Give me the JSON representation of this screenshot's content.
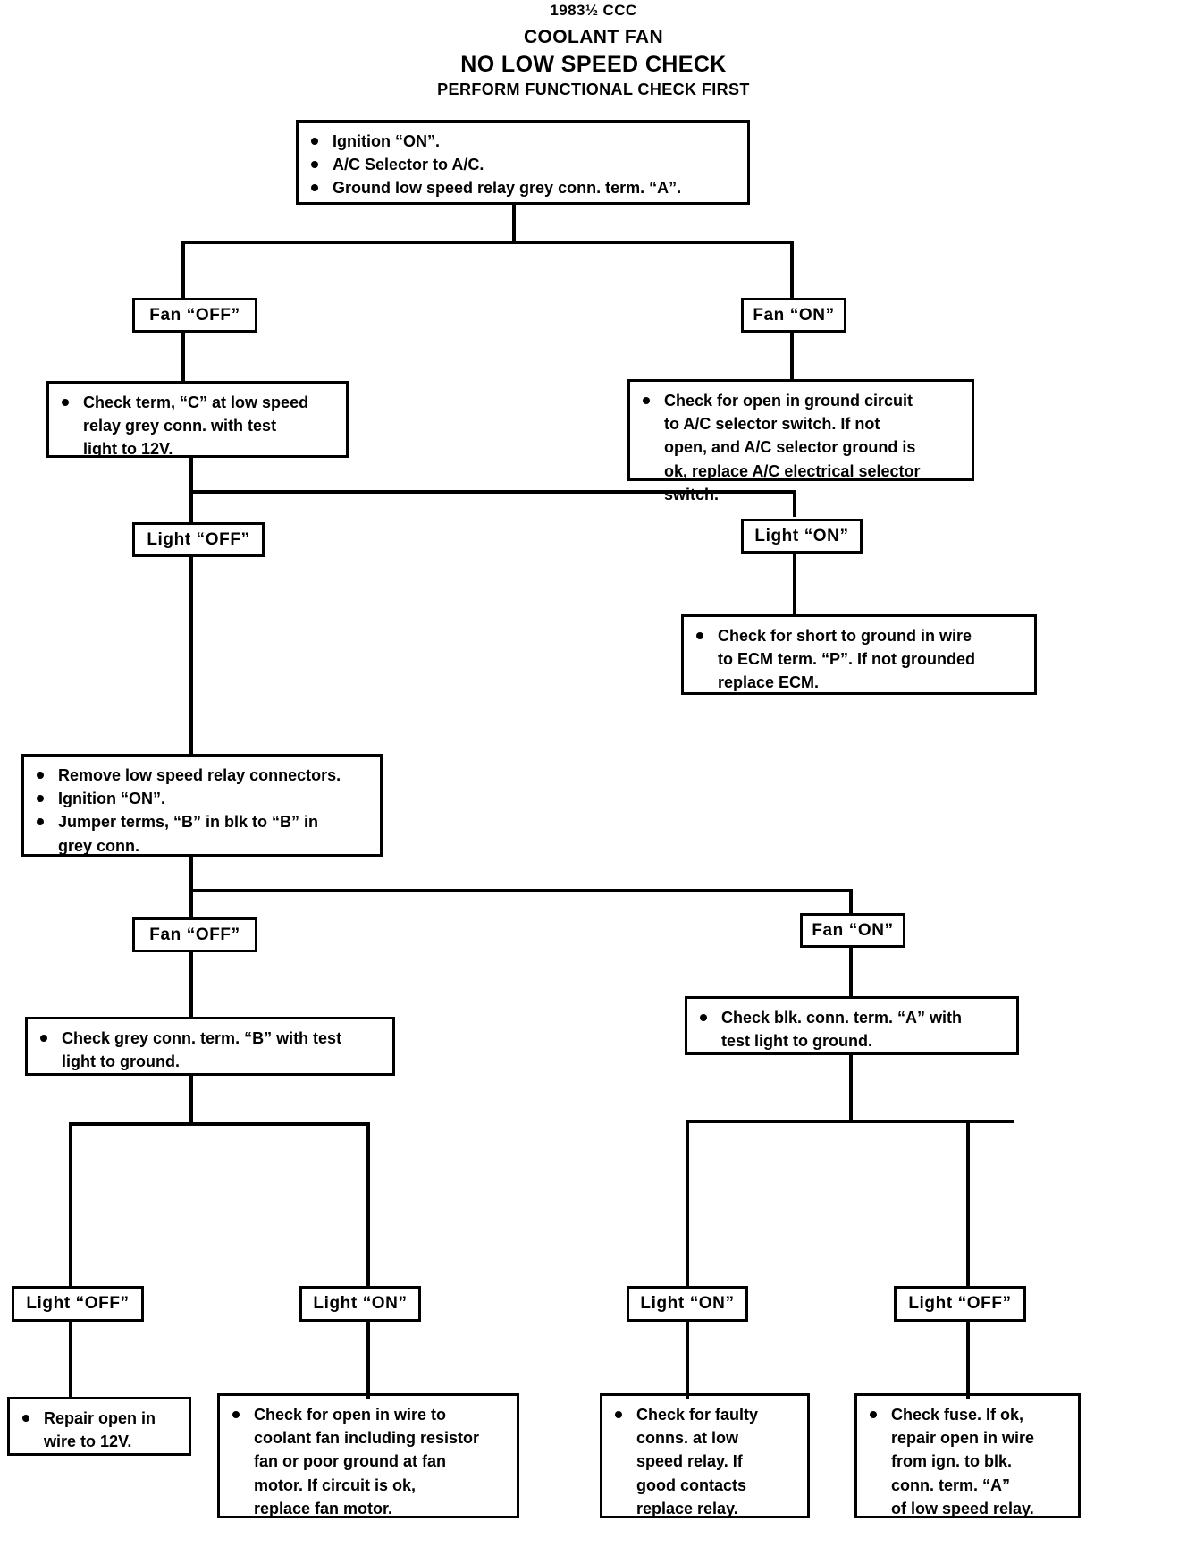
{
  "title": {
    "line1": "1983½ CCC",
    "line2": "COOLANT FAN",
    "line3": "NO LOW SPEED CHECK",
    "line4": "PERFORM FUNCTIONAL CHECK FIRST"
  },
  "colors": {
    "ink": "#000000",
    "paper": "#ffffff"
  },
  "nodes": {
    "start": {
      "kind": "instruction-box",
      "items": [
        "Ignition “ON”.",
        "A/C Selector to A/C.",
        "Ground low speed relay grey conn. term. “A”."
      ]
    },
    "fan_off_1": {
      "kind": "branch-label",
      "label": "Fan “OFF”"
    },
    "fan_on_1": {
      "kind": "branch-label",
      "label": "Fan “ON”"
    },
    "check_term_c": {
      "kind": "instruction-box",
      "items": [
        "Check term, “C” at low speed",
        "relay grey conn. with test",
        "light to 12V."
      ]
    },
    "check_open_ground": {
      "kind": "instruction-box",
      "items": [
        "Check for open in ground circuit",
        "to A/C selector switch.  If not",
        "open, and A/C selector ground is",
        "ok, replace A/C electrical selector",
        "switch."
      ]
    },
    "light_off_1": {
      "kind": "branch-label",
      "label": "Light “OFF”"
    },
    "light_on_1": {
      "kind": "branch-label",
      "label": "Light “ON”"
    },
    "check_short_ecm": {
      "kind": "instruction-box",
      "items": [
        "Check for short to ground in wire",
        "to ECM term. “P”.  If not grounded",
        "replace ECM."
      ]
    },
    "remove_relay": {
      "kind": "instruction-box",
      "items": [
        "Remove low speed relay connectors.",
        "Ignition “ON”.",
        "Jumper terms, “B” in blk to “B” in",
        "grey conn."
      ]
    },
    "fan_off_2": {
      "kind": "branch-label",
      "label": "Fan “OFF”"
    },
    "fan_on_2": {
      "kind": "branch-label",
      "label": "Fan “ON”"
    },
    "check_grey_b": {
      "kind": "instruction-box",
      "items": [
        "Check grey conn. term. “B” with test",
        "light to ground."
      ]
    },
    "check_blk_a": {
      "kind": "instruction-box",
      "items": [
        "Check blk. conn. term. “A” with",
        "test light to ground."
      ]
    },
    "light_off_2": {
      "kind": "branch-label",
      "label": "Light “OFF”"
    },
    "light_on_2": {
      "kind": "branch-label",
      "label": "Light “ON”"
    },
    "light_on_3": {
      "kind": "branch-label",
      "label": "Light “ON”"
    },
    "light_off_3": {
      "kind": "branch-label",
      "label": "Light “OFF”"
    },
    "repair_open_12v": {
      "kind": "instruction-box",
      "items": [
        "Repair open in",
        "wire to 12V."
      ]
    },
    "check_open_coolant_fan": {
      "kind": "instruction-box",
      "items": [
        "Check for open in wire to",
        "coolant fan including resistor",
        "fan or poor ground at fan",
        "motor.  If circuit is ok,",
        "replace fan motor."
      ]
    },
    "check_faulty_conns": {
      "kind": "instruction-box",
      "items": [
        "Check for faulty",
        "conns. at low",
        "speed relay.  If",
        "good contacts",
        "replace relay."
      ]
    },
    "check_fuse": {
      "kind": "instruction-box",
      "items": [
        "Check fuse.  If ok,",
        "repair open in wire",
        "from ign. to blk.",
        "conn. term. “A”",
        "of low speed relay."
      ]
    }
  }
}
